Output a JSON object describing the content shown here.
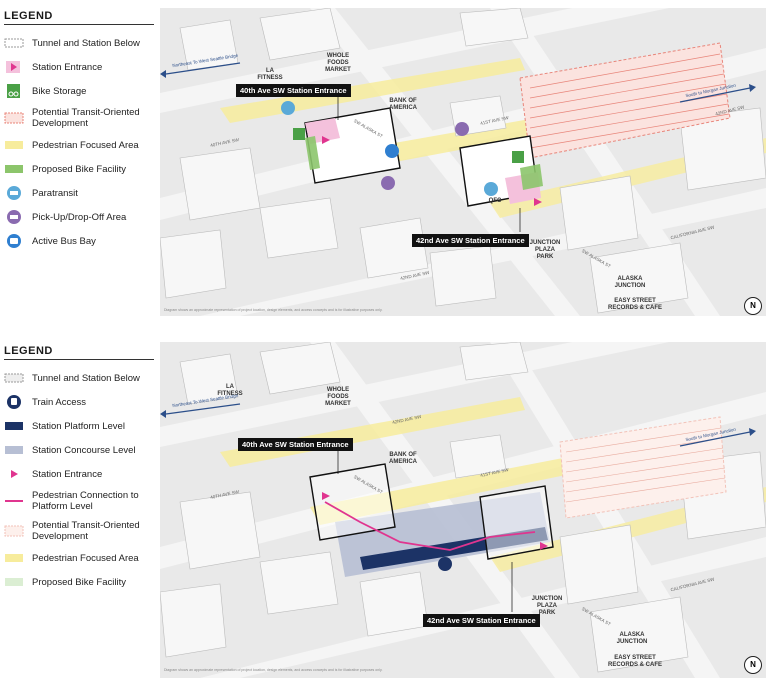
{
  "top": {
    "legend": {
      "title": "LEGEND",
      "items": [
        {
          "label": "Tunnel and Station Below",
          "icon": "tunnel-icon"
        },
        {
          "label": "Station Entrance",
          "icon": "station-entrance-icon"
        },
        {
          "label": "Bike Storage",
          "icon": "bike-storage-icon"
        },
        {
          "label": "Potential Transit-Oriented Development",
          "icon": "tod-hatch-icon"
        },
        {
          "label": "Pedestrian Focused Area",
          "icon": "pedestrian-area-icon"
        },
        {
          "label": "Proposed Bike Facility",
          "icon": "bike-facility-icon"
        },
        {
          "label": "Paratransit",
          "icon": "paratransit-icon"
        },
        {
          "label": "Pick-Up/Drop-Off Area",
          "icon": "pickup-dropoff-icon"
        },
        {
          "label": "Active Bus Bay",
          "icon": "bus-bay-icon"
        }
      ]
    },
    "map": {
      "callout_40th": "40th Ave SW Station Entrance",
      "callout_42nd": "42nd Ave SW Station Entrance",
      "places": {
        "la_fitness": "LA FITNESS",
        "whole_foods": "WHOLE FOODS MARKET",
        "bank": "BANK OF AMERICA",
        "qfc": "QFC",
        "junction_park": "JUNCTION PLAZA PARK",
        "alaska_junction": "ALASKA JUNCTION",
        "easy_street": "EASY STREET RECORDS & CAFE"
      },
      "streets": {
        "ave40": "40TH AVE SW",
        "alaska": "SW ALASKA ST",
        "ave41": "41ST AVE SW",
        "ave42": "42ND AVE SW",
        "alaska2": "SW ALASKA ST",
        "california": "CALIFORNIA AVE SW",
        "ave42b": "42ND AVE SW"
      },
      "to_bridge": "Northeast To West Seattle Bridge",
      "to_morgan": "South to Morgan Junction",
      "disclaimer": "Diagram shows an approximate representation of project location, design elements, and access concepts and is for illustrative purposes only.",
      "north": "N"
    }
  },
  "bottom": {
    "legend": {
      "title": "LEGEND",
      "items": [
        {
          "label": "Tunnel and Station Below",
          "icon": "tunnel-icon"
        },
        {
          "label": "Train Access",
          "icon": "train-access-icon"
        },
        {
          "label": "Station Platform Level",
          "icon": "platform-level-icon"
        },
        {
          "label": "Station Concourse Level",
          "icon": "concourse-level-icon"
        },
        {
          "label": "Station Entrance",
          "icon": "station-entrance-icon"
        },
        {
          "label": "Pedestrian Connection to Platform Level",
          "icon": "pedestrian-connection-icon"
        },
        {
          "label": "Potential Transit-Oriented Development",
          "icon": "tod-hatch-icon"
        },
        {
          "label": "Pedestrian Focused Area",
          "icon": "pedestrian-area-icon"
        },
        {
          "label": "Proposed Bike Facility",
          "icon": "bike-facility-icon"
        }
      ]
    },
    "map": {
      "callout_40th": "40th Ave SW Station Entrance",
      "callout_42nd": "42nd Ave SW Station Entrance",
      "places": {
        "la_fitness": "LA FITNESS",
        "whole_foods": "WHOLE FOODS MARKET",
        "bank": "BANK OF AMERICA",
        "junction_park": "JUNCTION PLAZA PARK",
        "alaska_junction": "ALASKA JUNCTION",
        "easy_street": "EASY STREET RECORDS & CAFE"
      },
      "streets": {
        "ave40": "40TH AVE SW",
        "alaska": "SW ALASKA ST",
        "ave41": "41ST AVE SW",
        "ave42": "42ND AVE SW",
        "alaska2": "SW ALASKA ST",
        "california": "CALIFORNIA AVE SW"
      },
      "to_bridge": "Northeast To West Seattle Bridge",
      "to_morgan": "South to Morgan Junction",
      "disclaimer": "Diagram shows an approximate representation of project location, design elements, and access concepts and is for illustrative purposes only.",
      "north": "N"
    }
  },
  "colors": {
    "pedestrian": "#f7ec9c",
    "bike": "#8cc56b",
    "paratransit": "#5aa9d8",
    "pickup": "#8a6bb0",
    "bus": "#2f7fd0",
    "entrance": "#e0358f",
    "platform": "#1c3366",
    "concourse": "#b7bfd4",
    "tod": "#e8857a"
  }
}
